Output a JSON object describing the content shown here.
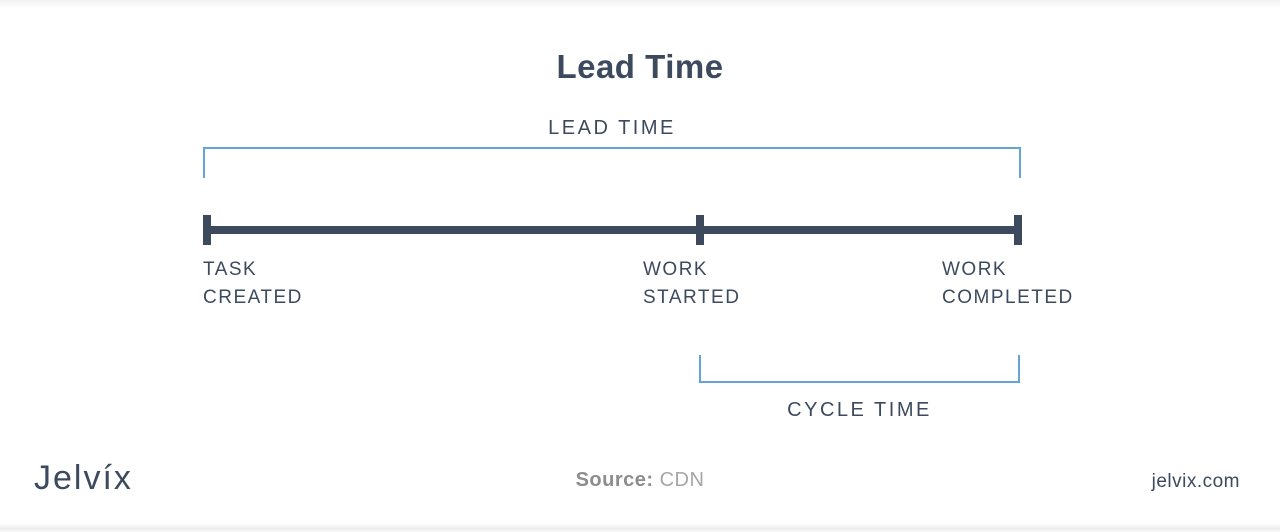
{
  "title": "Lead Time",
  "diagram": {
    "lead_time_bracket": {
      "label": "LEAD TIME"
    },
    "cycle_time_bracket": {
      "label": "CYCLE TIME"
    },
    "milestones": [
      {
        "line1": "TASK",
        "line2": "CREATED"
      },
      {
        "line1": "WORK",
        "line2": "STARTED"
      },
      {
        "line1": "WORK",
        "line2": "COMPLETED"
      }
    ]
  },
  "footer": {
    "logo": "Jelvíx",
    "source_label": "Source:",
    "source_value": "CDN",
    "website": "jelvix.com"
  },
  "colors": {
    "accent-blue": "#63a5da",
    "dark-slate": "#3d4a5e",
    "source-label-gray": "#8d8d8d",
    "source-value-gray": "#a6a6a6"
  }
}
